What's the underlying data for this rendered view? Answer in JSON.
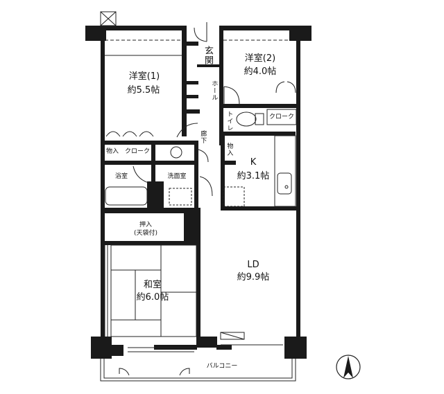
{
  "floor_plan": {
    "rooms": [
      {
        "id": "western1",
        "name": "洋室(1)",
        "size": "約5.5帖"
      },
      {
        "id": "western2",
        "name": "洋室(2)",
        "size": "約4.0帖"
      },
      {
        "id": "kitchen",
        "name": "K",
        "size": "約3.1帖"
      },
      {
        "id": "ld",
        "name": "LD",
        "size": "約9.9帖"
      },
      {
        "id": "japanese",
        "name": "和室",
        "size": "約6.0帖"
      }
    ],
    "spaces": {
      "entrance": "玄関",
      "hall": "ホール",
      "corridor": "廊下",
      "toilet": "トイレ",
      "closet_top": "クローク",
      "closet_left": "クローク",
      "storage_left": "物入",
      "storage_kitchen": "物入",
      "bath": "浴室",
      "washroom": "洗面室",
      "oshiire": "押入",
      "oshiire_note": "(天袋付)",
      "balcony": "バルコニー"
    },
    "compass": {
      "label": "north-arrow",
      "direction": "N"
    },
    "colors": {
      "wall": "#1a1a1a",
      "line": "#222222",
      "background": "#ffffff"
    }
  }
}
